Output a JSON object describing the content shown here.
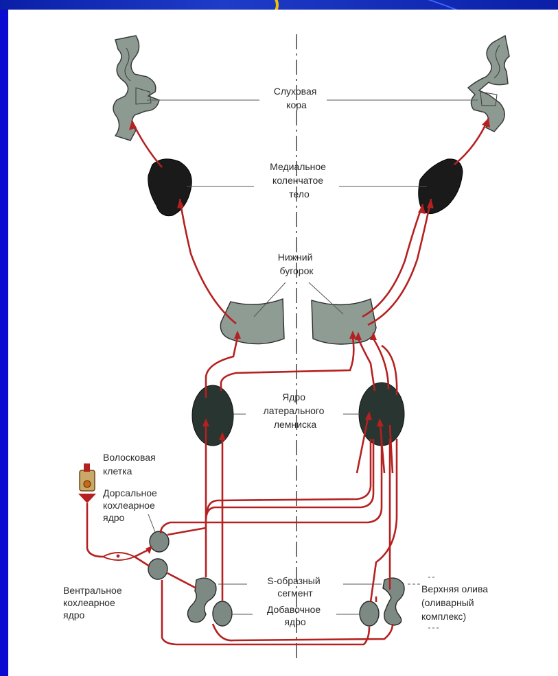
{
  "labels": {
    "auditory_cortex": [
      "Слуховая",
      "кора"
    ],
    "mgb": [
      "Медиальное",
      "коленчатое",
      "тело"
    ],
    "inferior_colliculus": [
      "Нижний",
      "бугорок"
    ],
    "lateral_lemniscus": [
      "Ядро",
      "латерального",
      "лемниска"
    ],
    "hair_cell": [
      "Волосковая",
      "клетка"
    ],
    "dorsal_cochlear": [
      "Дорсальное",
      "кохлеарное",
      "ядро"
    ],
    "ventral_cochlear": [
      "Вентральное",
      "кохлеарное",
      "ядро"
    ],
    "s_segment": [
      "S-образный",
      "сегмент"
    ],
    "accessory_nucleus": [
      "Добавочное",
      "ядро"
    ],
    "superior_olive": [
      "Верхняя олива",
      "(оливарный",
      "комплекс)"
    ]
  },
  "colors": {
    "background": "#0a0ad0",
    "panel": "#ffffff",
    "fiber": "#b52020",
    "nucleus_dark": "#1a1a1a",
    "tissue_grey": "#8c9a92",
    "accent_arc": "#f2c200"
  }
}
